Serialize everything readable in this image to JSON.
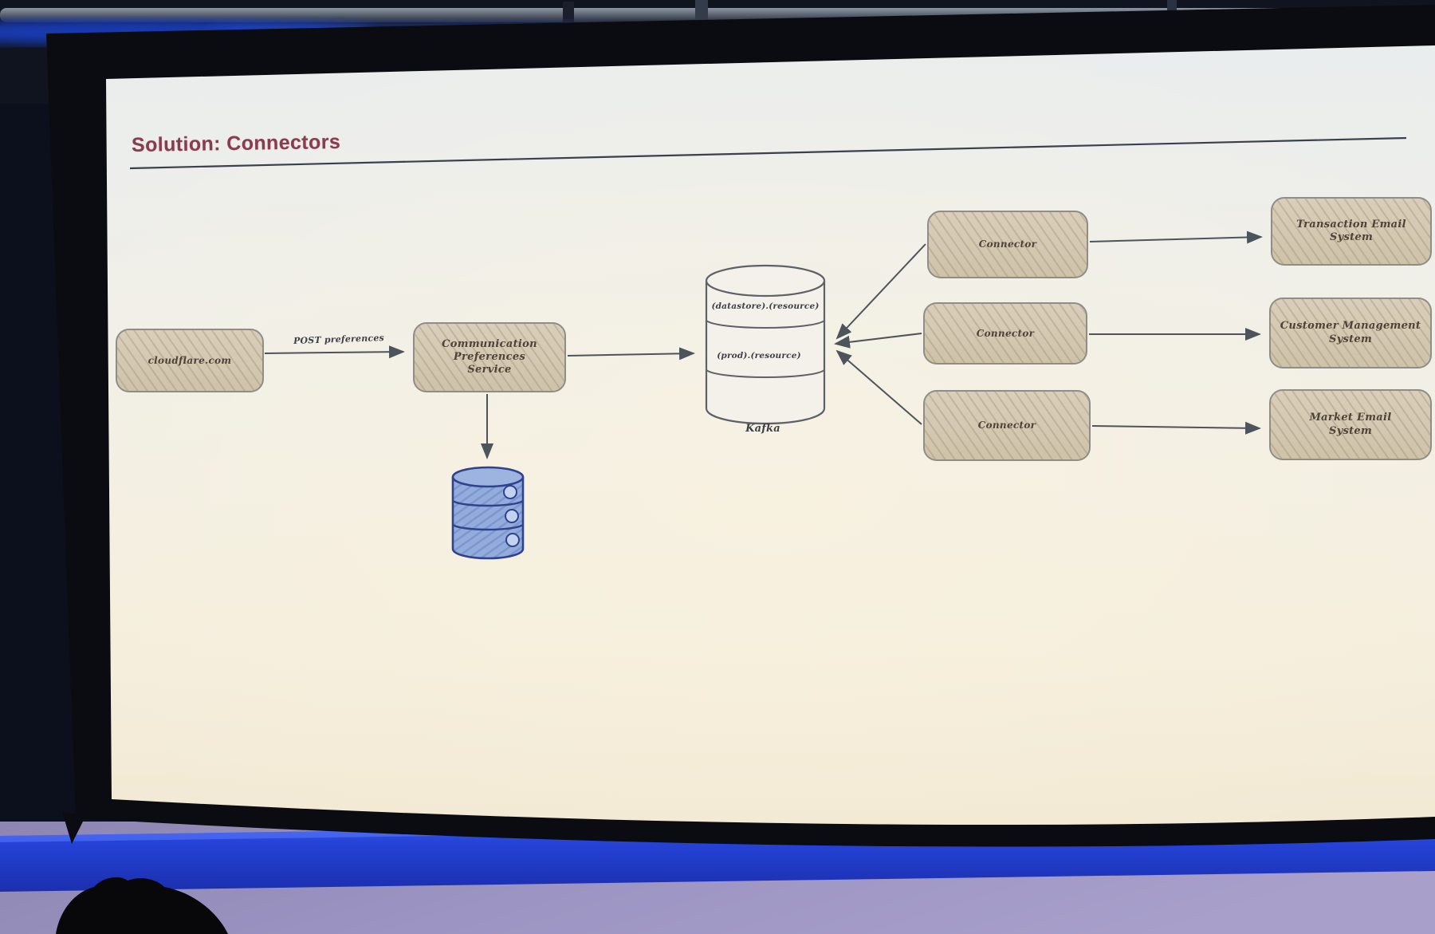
{
  "scene": {
    "description": "photo of a conference projector screen showing an architecture slide",
    "elements": [
      "ceiling-truss",
      "blue-led-strip",
      "projector-screen",
      "screen-bezel",
      "blue-stage-band",
      "purple-wall",
      "audience-head-silhouette"
    ]
  },
  "colors": {
    "title": "#8a3b4d",
    "box_fill": "#d6cbb4",
    "box_border": "#8e8d87",
    "ink": "#4d4338",
    "arrow": "#4e545c",
    "db_fill": "#93acdb",
    "db_border": "#31418e",
    "blue_band": "#2543d8",
    "wall": "#9a93c1"
  },
  "slide": {
    "title": "Solution: Connectors",
    "diagram": {
      "client": {
        "label": "cloudflare.com"
      },
      "request_edge": {
        "label": "POST preferences"
      },
      "service": {
        "line1": "Communication",
        "line2": "Preferences",
        "line3": "Service"
      },
      "kafka": {
        "caption": "Kafka",
        "topic1": "(datastore).(resource)",
        "topic2": "(prod).(resource)"
      },
      "connectors": [
        {
          "label": "Connector"
        },
        {
          "label": "Connector"
        },
        {
          "label": "Connector"
        }
      ],
      "systems": [
        {
          "line1": "Transaction Email",
          "line2": "System"
        },
        {
          "line1": "Customer Management",
          "line2": "System"
        },
        {
          "line1": "Market Email",
          "line2": "System"
        }
      ]
    }
  }
}
